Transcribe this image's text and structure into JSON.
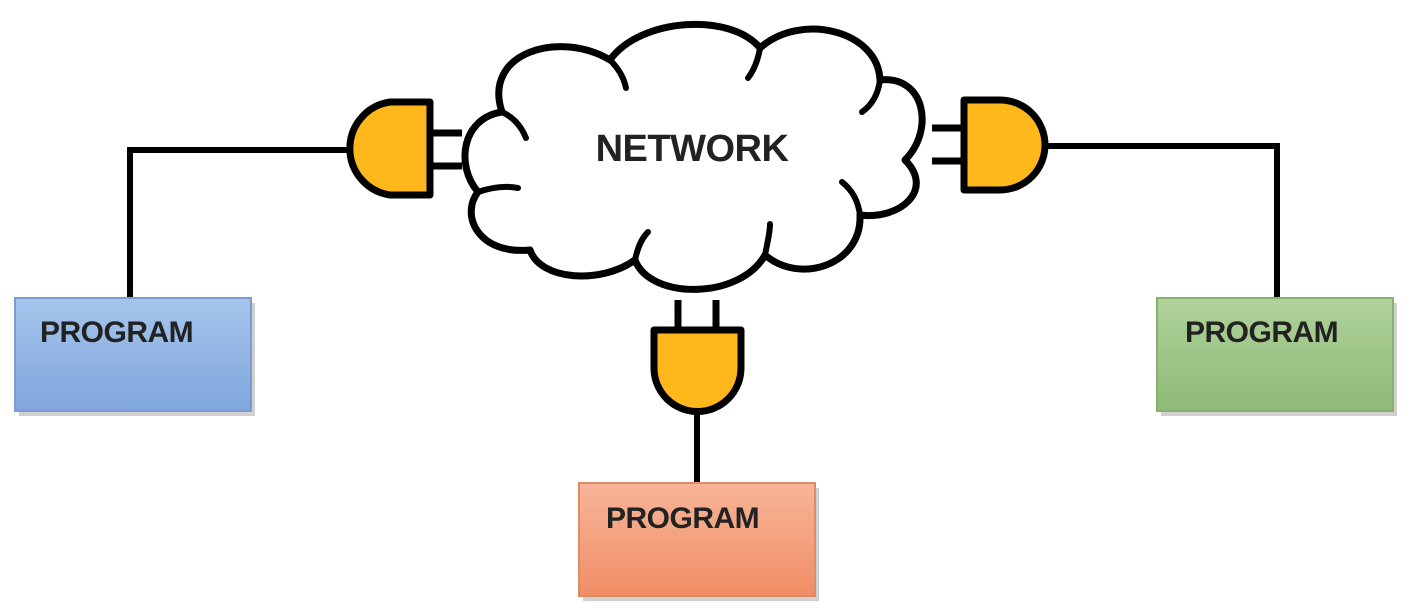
{
  "network": {
    "label": "NETWORK",
    "fill": "#ffffff",
    "stroke": "#000000"
  },
  "plug": {
    "fill": "#FFB81C",
    "stroke": "#000000",
    "icon": "plug-icon"
  },
  "programs": [
    {
      "label": "PROGRAM",
      "fill": "#8FB4E3",
      "stroke": "#7A9CD0",
      "grad_top": "#A6C5EC",
      "grad_bottom": "#7FA6DD"
    },
    {
      "label": "PROGRAM",
      "fill": "#F4A07F",
      "stroke": "#E08A66",
      "grad_top": "#F7B598",
      "grad_bottom": "#F08E66"
    },
    {
      "label": "PROGRAM",
      "fill": "#9CC586",
      "stroke": "#86B06F",
      "grad_top": "#AFD29B",
      "grad_bottom": "#8FBA76"
    }
  ]
}
